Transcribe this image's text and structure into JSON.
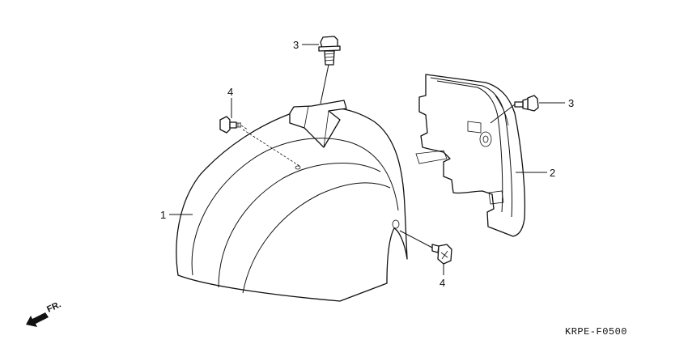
{
  "callouts": {
    "fender": "1",
    "inner_cover": "2",
    "bolt_top": "3",
    "bolt_right": "3",
    "screw_left": "4",
    "screw_bottom": "4"
  },
  "direction_label": "FR.",
  "diagram_code": "KRPE-F0500"
}
